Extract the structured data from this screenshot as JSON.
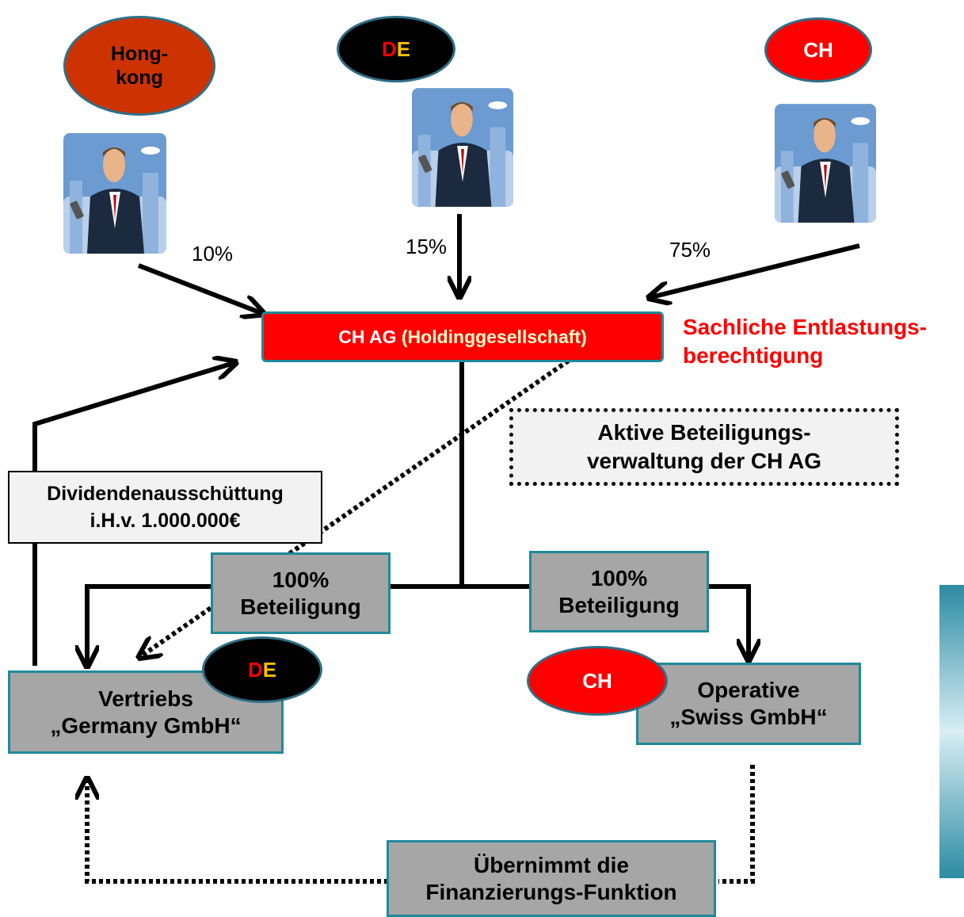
{
  "shareholders": [
    {
      "country_line1": "Hong-",
      "country_line2": "kong",
      "share": "10%"
    },
    {
      "country_prefix": "D",
      "country_suffix": "E",
      "share": "15%"
    },
    {
      "country": "CH",
      "share": "75%"
    }
  ],
  "holding": {
    "prefix": "CH AG",
    "suffix": "(Holdinggesellschaft)"
  },
  "entitlement": {
    "line1": "Sachliche Entlastungs-",
    "line2": "berechtigung"
  },
  "active_mgmt": {
    "line1": "Aktive Beteiligungs-",
    "line2": "verwaltung der CH AG"
  },
  "dividend": {
    "line1": "Dividendenausschüttung",
    "line2": "i.H.v. 1.000.000€"
  },
  "participation_left": {
    "line1": "100%",
    "line2": "Beteiligung"
  },
  "participation_right": {
    "line1": "100%",
    "line2": "Beteiligung"
  },
  "germany_sub": {
    "line1": "Vertriebs",
    "line2": "„Germany GmbH“",
    "badge_prefix": "D",
    "badge_suffix": "E"
  },
  "swiss_sub": {
    "line1": "Operative",
    "line2": "„Swiss GmbH“",
    "badge": "CH"
  },
  "financing": {
    "line1": "Übernimmt die",
    "line2": "Finanzierungs-Funktion"
  },
  "colors": {
    "red": "#ff0000",
    "hongkong": "#cc3300",
    "gold": "#ffc000",
    "teal_border": "#1f8a9a"
  }
}
